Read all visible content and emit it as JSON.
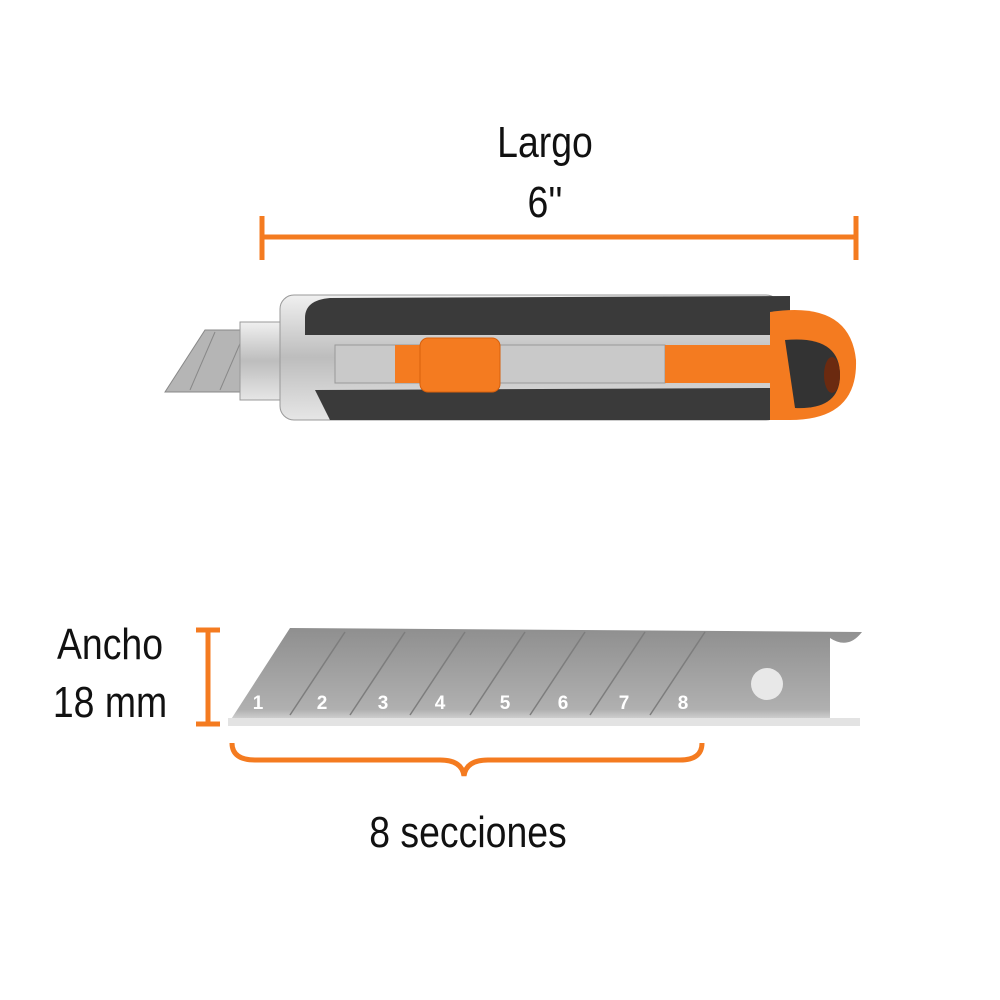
{
  "length": {
    "label": "Largo",
    "value": "6''"
  },
  "width": {
    "label": "Ancho",
    "value": "18 mm"
  },
  "sections": {
    "label": "8 secciones",
    "numbers": [
      "1",
      "2",
      "3",
      "4",
      "5",
      "6",
      "7",
      "8"
    ]
  },
  "colors": {
    "accent": "#f47b20",
    "grip": "#3a3a3a",
    "blade": "#a8a8a8",
    "metal": "#d4d4d4"
  }
}
